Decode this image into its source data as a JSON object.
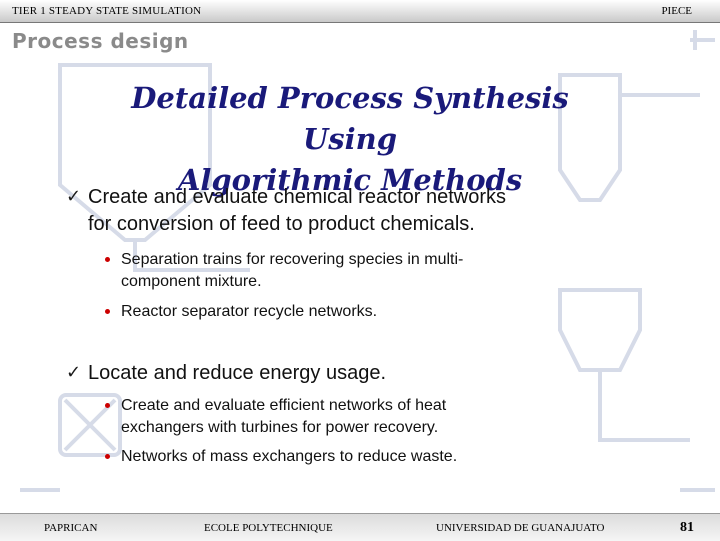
{
  "header": {
    "left_text": "TIER 1   STEADY STATE SIMULATION",
    "right_text": "PIECE"
  },
  "section_title": "Process design",
  "slide": {
    "title_line1": "Detailed Process Synthesis Using",
    "title_line2": "Algorithmic Methods",
    "check_glyph": "✓",
    "point1": {
      "line1": "Create and evaluate chemical reactor networks",
      "line2": "for conversion of feed to product chemicals.",
      "sub1_line1": "Separation trains for recovering species in multi-",
      "sub1_line2": "component mixture.",
      "sub2": "Reactor separator recycle networks."
    },
    "point2": {
      "line1": "Locate and reduce energy usage.",
      "sub1_line1": "Create and evaluate efficient networks of heat",
      "sub1_line2": "exchangers with turbines for power recovery.",
      "sub2": "Networks of mass exchangers to reduce waste."
    }
  },
  "footer": {
    "item1": "PAPRICAN",
    "item2": "ECOLE POLYTECHNIQUE",
    "item3": "UNIVERSIDAD DE GUANAJUATO",
    "page_number": "81"
  },
  "colors": {
    "title": "#1a1a7a",
    "bullet": "#cc0000",
    "watermark": "#d6dbe8"
  }
}
